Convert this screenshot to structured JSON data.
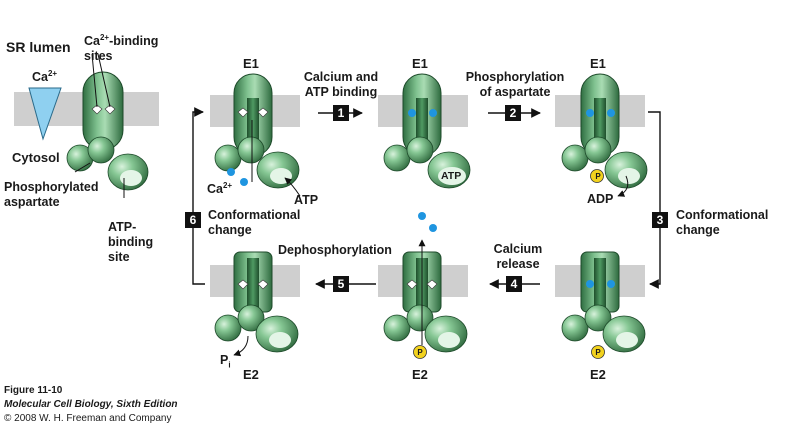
{
  "legend": {
    "sr_lumen": "SR lumen",
    "cytosol": "Cytosol",
    "ca_binding_sites_line1": "Ca",
    "ca_binding_sites_sup": "2+",
    "ca_binding_sites_rest": "-binding",
    "ca_binding_sites_line2": "sites",
    "ca_ion": "Ca",
    "ca_ion_sup": "2+",
    "phosphorylated_line1": "Phosphorylated",
    "phosphorylated_line2": "aspartate",
    "atp_binding_line1": "ATP-",
    "atp_binding_line2": "binding",
    "atp_binding_line3": "site"
  },
  "states": {
    "e1": "E1",
    "e2": "E2"
  },
  "steps": [
    {
      "num": "1",
      "line1": "Calcium and",
      "line2": "ATP binding"
    },
    {
      "num": "2",
      "line1": "Phosphorylation",
      "line2": "of aspartate"
    },
    {
      "num": "3",
      "line1": "Conformational",
      "line2": "change"
    },
    {
      "num": "4",
      "line1": "Calcium",
      "line2": "release"
    },
    {
      "num": "5",
      "line1": "Dephosphorylation",
      "line2": ""
    },
    {
      "num": "6",
      "line1": "Conformational",
      "line2": "change"
    }
  ],
  "annotations": {
    "ca_ion": "Ca",
    "ca_ion_sup": "2+",
    "atp": "ATP",
    "atp_bound": "ATP",
    "adp": "ADP",
    "pi": "P",
    "pi_sub": "i",
    "phosphate": "P"
  },
  "caption": {
    "figure": "Figure 11-10",
    "book": "Molecular Cell Biology, Sixth Edition",
    "copyright": "© 2008 W. H. Freeman and Company"
  },
  "colors": {
    "protein_green": "#4f9a63",
    "membrane_gray": "#cfcfcf",
    "calcium_blue": "#1f95e0",
    "phosphate_yellow": "#f2d21e",
    "lumen_blue": "#8fd0f0"
  }
}
